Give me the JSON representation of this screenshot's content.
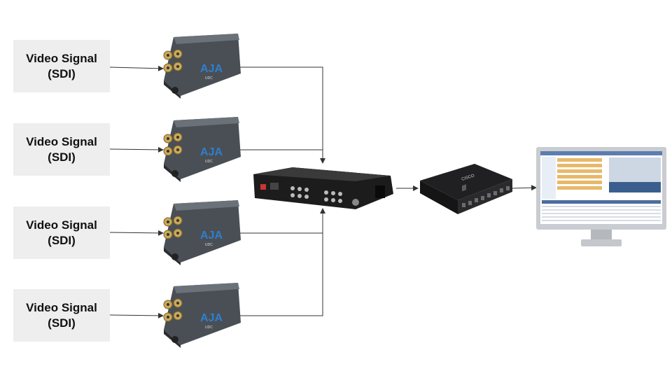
{
  "sources": [
    {
      "line1": "Video Signal",
      "line2": "(SDI)"
    },
    {
      "line1": "Video Signal",
      "line2": "(SDI)"
    },
    {
      "line1": "Video Signal",
      "line2": "(SDI)"
    },
    {
      "line1": "Video Signal",
      "line2": "(SDI)"
    }
  ],
  "converter": {
    "logo": "AJA",
    "model": "UDC"
  },
  "switch": {
    "logo": "CISCO"
  },
  "colors": {
    "box_bg": "#eeeeee",
    "line": "#333333",
    "aja_blue": "#2f7fd0",
    "device_dark": "#1c1c1c"
  }
}
